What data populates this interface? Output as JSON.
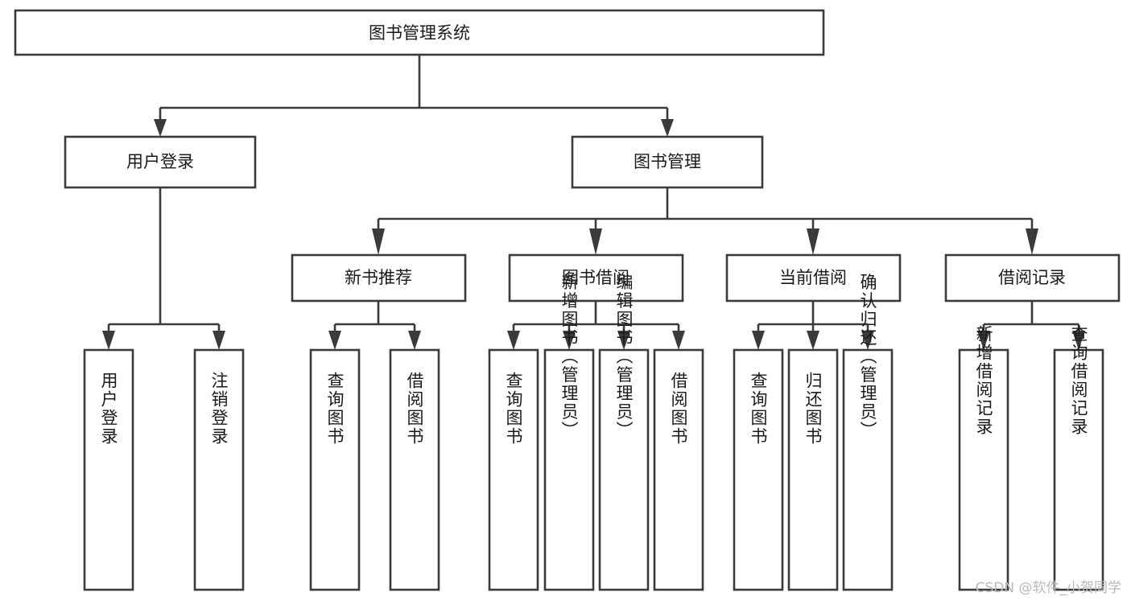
{
  "diagram": {
    "type": "tree-hierarchy-chart",
    "title": "图书管理系统",
    "watermark": "CSDN @软件_小贺同学",
    "colors": {
      "stroke": "#3b3b3b",
      "fill": "#ffffff",
      "text": "#1a1a1a",
      "watermark": "#b9b9b9",
      "background": "#ffffff"
    },
    "levels": {
      "level0": [
        {
          "id": "root",
          "label": "图书管理系统",
          "orientation": "horizontal"
        }
      ],
      "level1": [
        {
          "id": "user-login",
          "label": "用户登录",
          "orientation": "horizontal"
        },
        {
          "id": "book-manage",
          "label": "图书管理",
          "orientation": "horizontal"
        }
      ],
      "level2": [
        {
          "id": "new-book-rec",
          "label": "新书推荐",
          "orientation": "horizontal",
          "parent": "book-manage"
        },
        {
          "id": "book-borrow",
          "label": "图书借阅",
          "orientation": "horizontal",
          "parent": "book-manage"
        },
        {
          "id": "current-borrow",
          "label": "当前借阅",
          "orientation": "horizontal",
          "parent": "book-manage"
        },
        {
          "id": "borrow-record",
          "label": "借阅记录",
          "orientation": "horizontal",
          "parent": "book-manage"
        }
      ],
      "level3": [
        {
          "id": "leaf-user-login",
          "label": "用户登录",
          "orientation": "vertical",
          "parent": "user-login"
        },
        {
          "id": "leaf-user-logout",
          "label": "注销登录",
          "orientation": "vertical",
          "parent": "user-login"
        },
        {
          "id": "leaf-query-book-1",
          "label": "查询图书",
          "orientation": "vertical",
          "parent": "new-book-rec"
        },
        {
          "id": "leaf-borrow-book-1",
          "label": "借阅图书",
          "orientation": "vertical",
          "parent": "new-book-rec"
        },
        {
          "id": "leaf-query-book-2",
          "label": "查询图书",
          "orientation": "vertical",
          "parent": "book-borrow"
        },
        {
          "id": "leaf-add-book",
          "label": "新增图书（管理员）",
          "orientation": "vertical",
          "parent": "book-borrow"
        },
        {
          "id": "leaf-edit-book",
          "label": "编辑图书（管理员）",
          "orientation": "vertical",
          "parent": "book-borrow"
        },
        {
          "id": "leaf-borrow-book-2",
          "label": "借阅图书",
          "orientation": "vertical",
          "parent": "book-borrow"
        },
        {
          "id": "leaf-query-book-3",
          "label": "查询图书",
          "orientation": "vertical",
          "parent": "current-borrow"
        },
        {
          "id": "leaf-return-book",
          "label": "归还图书",
          "orientation": "vertical",
          "parent": "current-borrow"
        },
        {
          "id": "leaf-confirm-return",
          "label": "确认归还（管理员）",
          "orientation": "vertical",
          "parent": "current-borrow"
        },
        {
          "id": "leaf-add-record",
          "label": "新增借阅记录",
          "orientation": "vertical",
          "parent": "borrow-record"
        },
        {
          "id": "leaf-query-record",
          "label": "查询借阅记录",
          "orientation": "vertical",
          "parent": "borrow-record"
        }
      ]
    }
  }
}
